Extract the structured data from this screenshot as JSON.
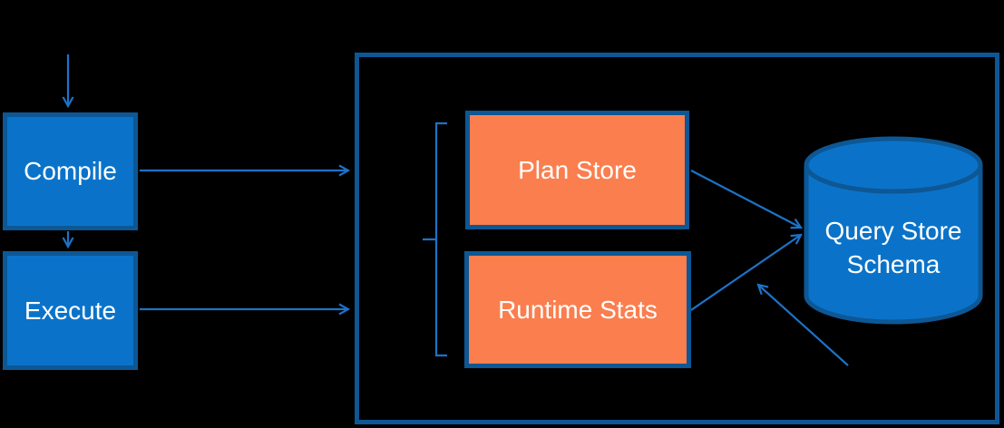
{
  "colors": {
    "background": "#000000",
    "blue_fill": "#0a73c9",
    "orange_fill": "#fb7e4e",
    "node_border": "#0d5795",
    "arrow": "#1d72c8",
    "text": "#ffffff"
  },
  "nodes": {
    "compile": {
      "label": "Compile"
    },
    "execute": {
      "label": "Execute"
    },
    "plan_store": {
      "label": "Plan Store"
    },
    "runtime_stats": {
      "label": "Runtime Stats"
    },
    "query_store_schema": {
      "label": "Query Store Schema",
      "lines": [
        "Query Store",
        "Schema"
      ]
    }
  }
}
